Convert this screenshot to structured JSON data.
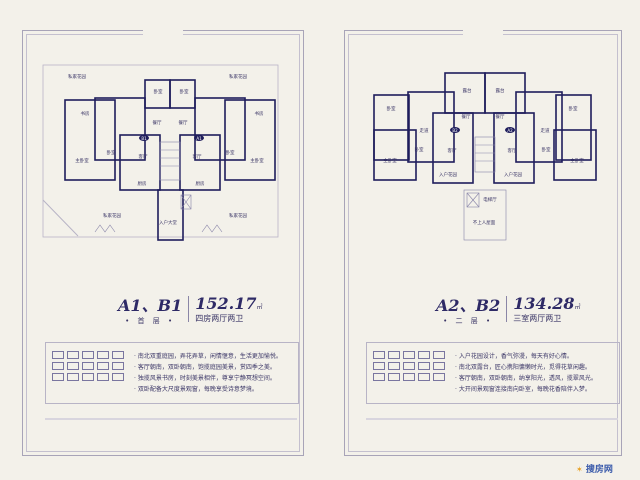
{
  "left": {
    "unit_code": "A1、B1",
    "floor": "• 首 层 •",
    "area": "152.17",
    "area_unit": "㎡",
    "layout": "四房两厅两卫",
    "plan_labels": {
      "garden": "私家花园",
      "bedroom": "卧室",
      "study": "书房",
      "dining": "餐厅",
      "living": "客厅",
      "master": "主卧室",
      "kitchen": "厨房",
      "lobby": "入户大堂",
      "badge_b": "B1",
      "badge_a": "A1"
    },
    "features": [
      "· 南北双重庭园，弄花弄草，闲情惬意，生活更加愉悦。",
      "· 客厅朝南，双卧朝南，饱揽庭园美景，赏四季之美。",
      "· 独揽风景书房，时刻美景相伴，尊享宁静冥想空间。",
      "· 双卧配备大尺度景观窗，每晚享受诗意梦境。"
    ]
  },
  "right": {
    "unit_code": "A2、B2",
    "floor": "• 二 层 •",
    "area": "134.28",
    "area_unit": "㎡",
    "layout": "三室两厅两卫",
    "plan_labels": {
      "terrace": "露台",
      "bedroom": "卧室",
      "dining": "餐厅",
      "corridor": "走道",
      "living": "客厅",
      "master": "主卧室",
      "entry_garden": "入户花园",
      "elevator_hall": "电梯厅",
      "roof": "不上人屋面",
      "badge_b": "B2",
      "badge_a": "A2"
    },
    "features": [
      "· 入户花园设计，香气弥漫，每天有好心情。",
      "· 南北双露台，匠心携阳慵懒时光，觅得花草闲趣。",
      "· 客厅朝南，双卧朝南，纳享阳光，透风，揽翠风光。",
      "· 大开间景观窗连接南向卧室，每晚花香陪伴入梦。"
    ]
  },
  "watermark": "搜房网",
  "colors": {
    "ink": "#2e2a66",
    "wall": "#1f1d5c",
    "background": "#f3f1ea",
    "frame": "#a8a4b8"
  }
}
